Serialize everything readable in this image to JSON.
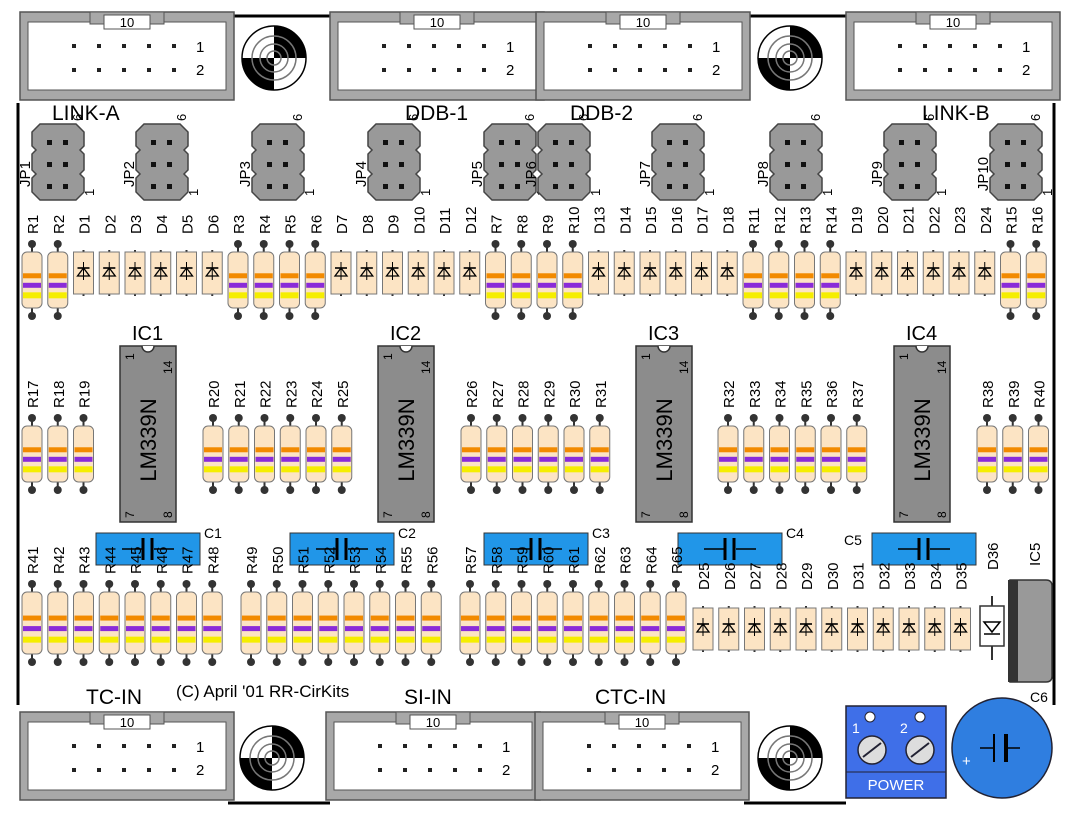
{
  "headers_top": [
    {
      "pins": "10",
      "row1": "1",
      "row2": "2"
    },
    {
      "pins": "10",
      "row1": "1",
      "row2": "2"
    },
    {
      "pins": "10",
      "row1": "1",
      "row2": "2"
    },
    {
      "pins": "10",
      "row1": "1",
      "row2": "2"
    }
  ],
  "headers_bottom": [
    {
      "pins": "10",
      "row1": "1",
      "row2": "2"
    },
    {
      "pins": "10",
      "row1": "1",
      "row2": "2"
    },
    {
      "pins": "10",
      "row1": "1",
      "row2": "2"
    }
  ],
  "port_labels_top": [
    "LINK-A",
    "DDB-1",
    "DDB-2",
    "LINK-B"
  ],
  "port_labels_bottom": [
    "TC-IN",
    "SI-IN",
    "CTC-IN"
  ],
  "copyright": "(C) April '01 RR-CirKits",
  "jumpers": [
    "JP1",
    "JP2",
    "JP3",
    "JP4",
    "JP5",
    "JP6",
    "JP7",
    "JP8",
    "JP9",
    "JP10"
  ],
  "jumper_pin_top": "6",
  "jumper_pin_bottom": "1",
  "row1_parts": [
    "R1",
    "R2",
    "D1",
    "D2",
    "D3",
    "D4",
    "D5",
    "D6",
    "R3",
    "R4",
    "R5",
    "R6",
    "D7",
    "D8",
    "D9",
    "D10",
    "D11",
    "D12",
    "R7",
    "R8",
    "R9",
    "R10",
    "D13",
    "D14",
    "D15",
    "D16",
    "D17",
    "D18",
    "R11",
    "R12",
    "R13",
    "R14",
    "D19",
    "D20",
    "D21",
    "D22",
    "D23",
    "D24",
    "R15",
    "R16"
  ],
  "ics": [
    {
      "label": "IC1",
      "part": "LM339N",
      "pin1": "1",
      "pin14": "14",
      "pin7": "7",
      "pin8": "8"
    },
    {
      "label": "IC2",
      "part": "LM339N",
      "pin1": "1",
      "pin14": "14",
      "pin7": "7",
      "pin8": "8"
    },
    {
      "label": "IC3",
      "part": "LM339N",
      "pin1": "1",
      "pin14": "14",
      "pin7": "7",
      "pin8": "8"
    },
    {
      "label": "IC4",
      "part": "LM339N",
      "pin1": "1",
      "pin14": "14",
      "pin7": "7",
      "pin8": "8"
    }
  ],
  "row2_groups": [
    [
      "R17",
      "R18",
      "R19"
    ],
    [
      "R20",
      "R21",
      "R22",
      "R23",
      "R24",
      "R25"
    ],
    [
      "R26",
      "R27",
      "R28",
      "R29",
      "R30",
      "R31"
    ],
    [
      "R32",
      "R33",
      "R34",
      "R35",
      "R36",
      "R37"
    ],
    [
      "R38",
      "R39",
      "R40"
    ]
  ],
  "caps": [
    "C1",
    "C2",
    "C3",
    "C4",
    "C5"
  ],
  "row3_groups": [
    [
      "R41",
      "R42",
      "R43",
      "R44",
      "R45",
      "R46",
      "R47",
      "R48"
    ],
    [
      "R49",
      "R50",
      "R51",
      "R52",
      "R53",
      "R54",
      "R55",
      "R56"
    ],
    [
      "R57",
      "R58",
      "R59",
      "R60",
      "R61",
      "R62",
      "R63",
      "R64",
      "R65"
    ],
    [
      "D25",
      "D26",
      "D27",
      "D28",
      "D29",
      "D30",
      "D31",
      "D32",
      "D33",
      "D34",
      "D35"
    ]
  ],
  "d36": "D36",
  "ic5": "IC5",
  "c6": "C6",
  "c6_plus": "+",
  "power": {
    "label": "POWER",
    "pin1": "1",
    "pin2": "2"
  },
  "colors": {
    "header_gray": "#a8a8a8",
    "jumper_gray": "#999999",
    "ic_gray": "#8c8c8c",
    "cap_blue": "#2196e8",
    "resistor_body": "#fce4c4",
    "band_orange": "#f28a00",
    "band_purple": "#8a2bd8",
    "band_yellow": "#f5ee00",
    "power_blue": "#3f6fe8",
    "electrolytic_blue": "#2f7ee0"
  }
}
